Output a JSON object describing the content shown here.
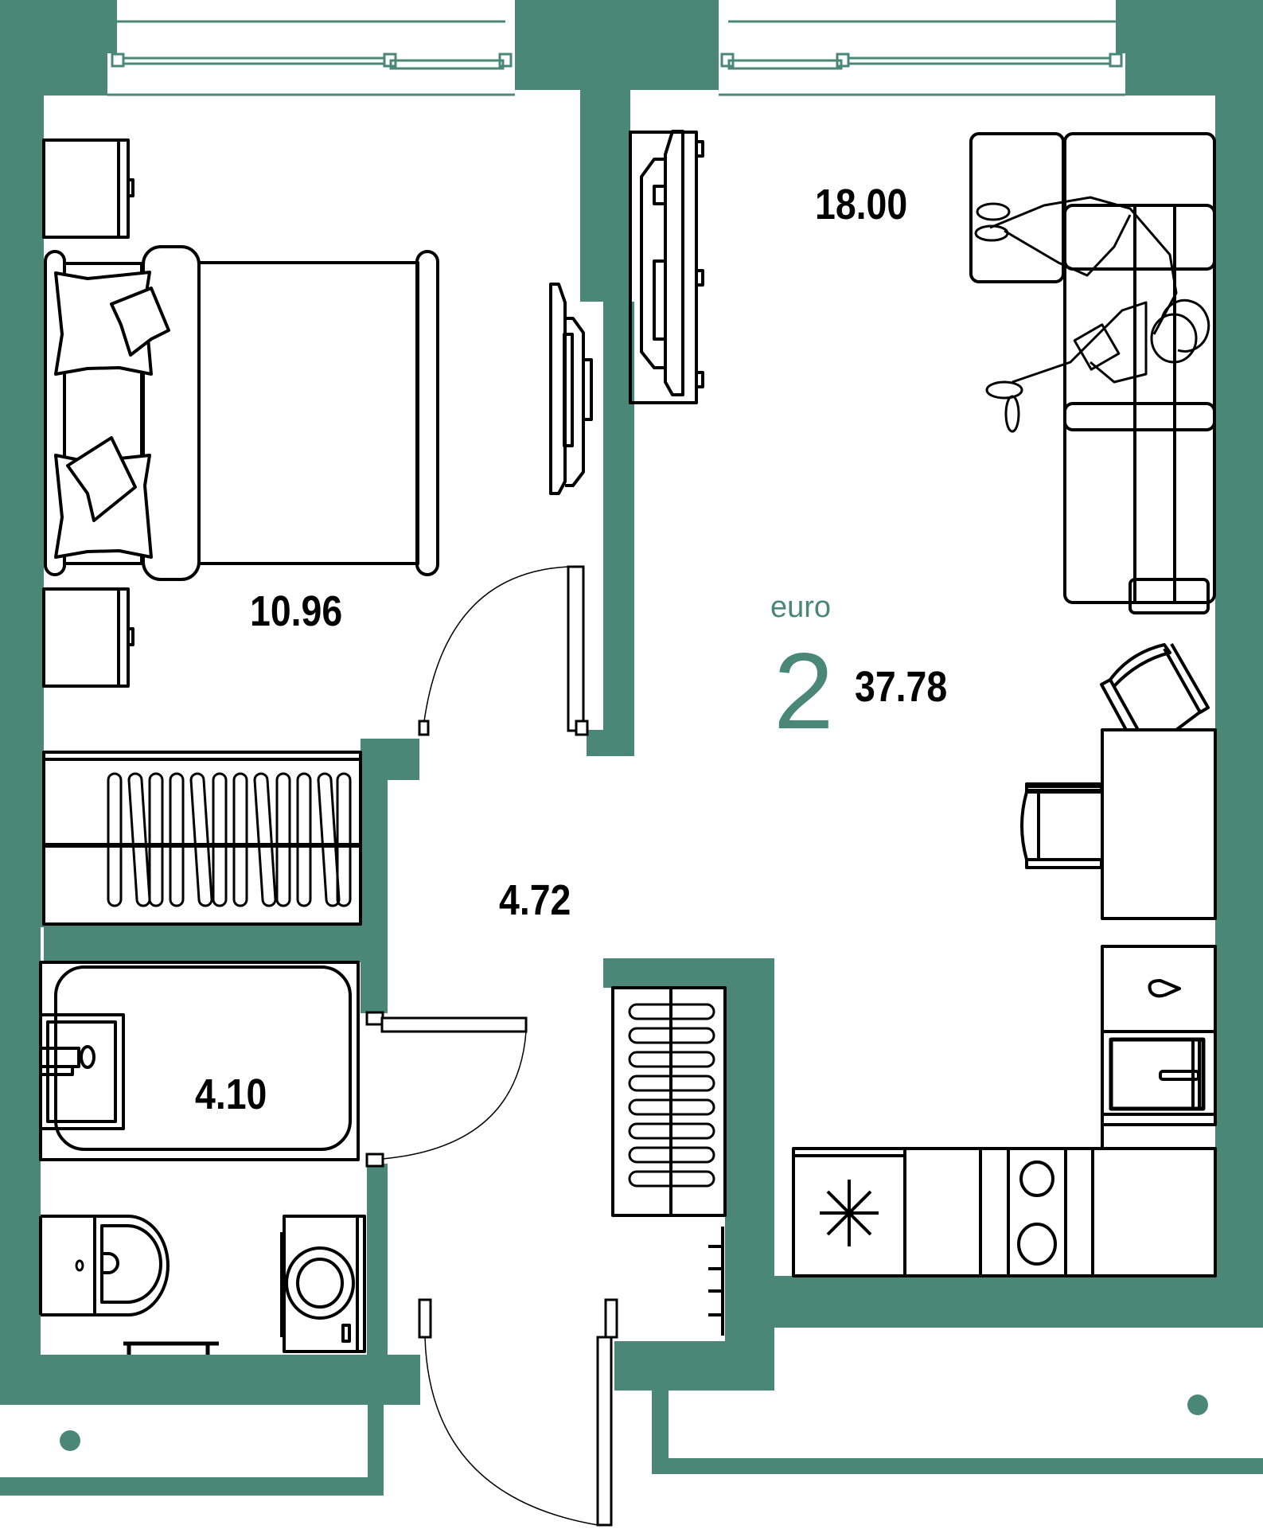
{
  "plan": {
    "wall_color": "#4a8777",
    "line_color": "#000000",
    "rooms": [
      {
        "id": "bedroom",
        "area": "10.96"
      },
      {
        "id": "living-kitchen",
        "area": "18.00"
      },
      {
        "id": "hallway",
        "area": "4.72"
      },
      {
        "id": "bathroom",
        "area": "4.10"
      }
    ],
    "summary": {
      "layout_type": "euro",
      "room_count": "2",
      "total_area": "37.78"
    }
  }
}
